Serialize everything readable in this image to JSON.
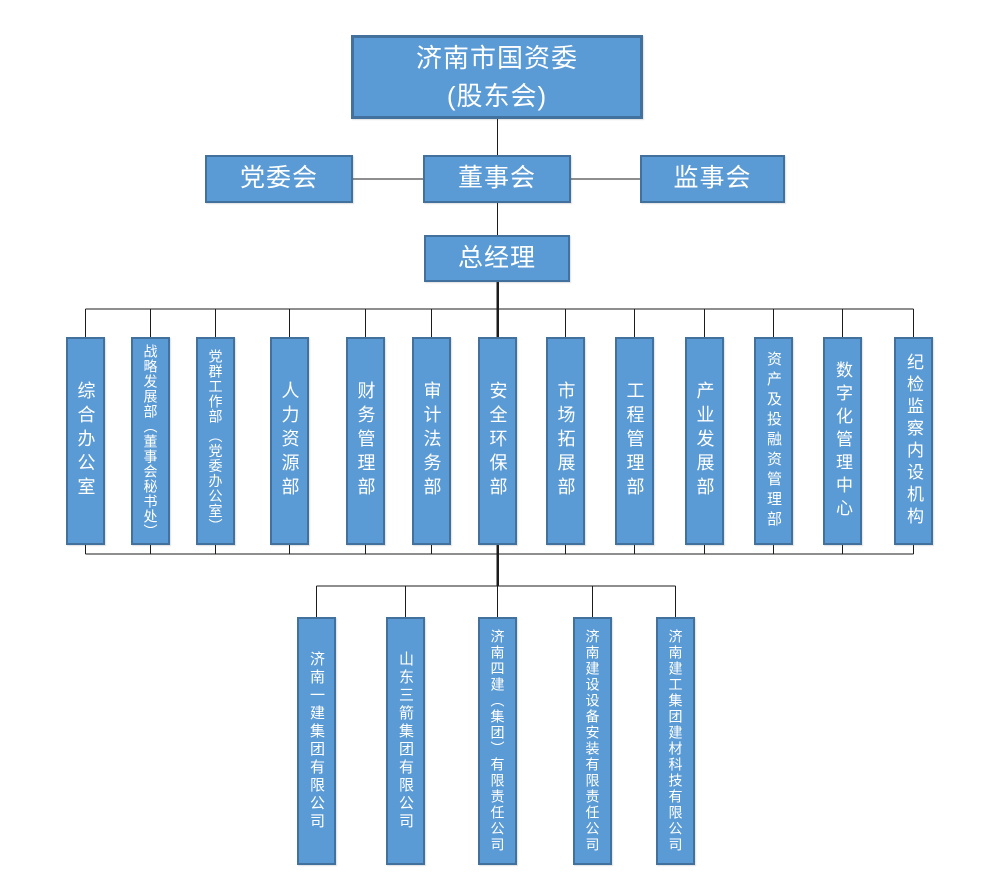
{
  "org": {
    "root": {
      "line1": "济南市国资委",
      "line2": "(股东会)"
    },
    "governance": {
      "party_committee": "党委会",
      "board_of_directors": "董事会",
      "supervisory_board": "监事会",
      "general_manager": "总经理"
    },
    "departments": [
      "综合办公室",
      "战略发展部（董事会秘书处）",
      "党群工作部 （党委办公室）",
      "人力资源部",
      "财务管理部",
      "审计法务部",
      "安全环保部",
      "市场拓展部",
      "工程管理部",
      "产业发展部",
      "资产及投融资管理部",
      "数字化管理中心",
      "纪检监察内设机构"
    ],
    "subsidiaries": [
      "济南一建集团有限公司",
      "山东三箭集团有限公司",
      "济南四建（集团）有限责任公司",
      "济南建设设备安装有限责任公司",
      "济南建工集团建材科技有限公司"
    ],
    "colors": {
      "node_fill": "#5B9BD5",
      "node_border": "#41719C",
      "node_text": "#FFFFFF",
      "connector": "#1C1C1C",
      "background": "#FFFFFF"
    }
  }
}
